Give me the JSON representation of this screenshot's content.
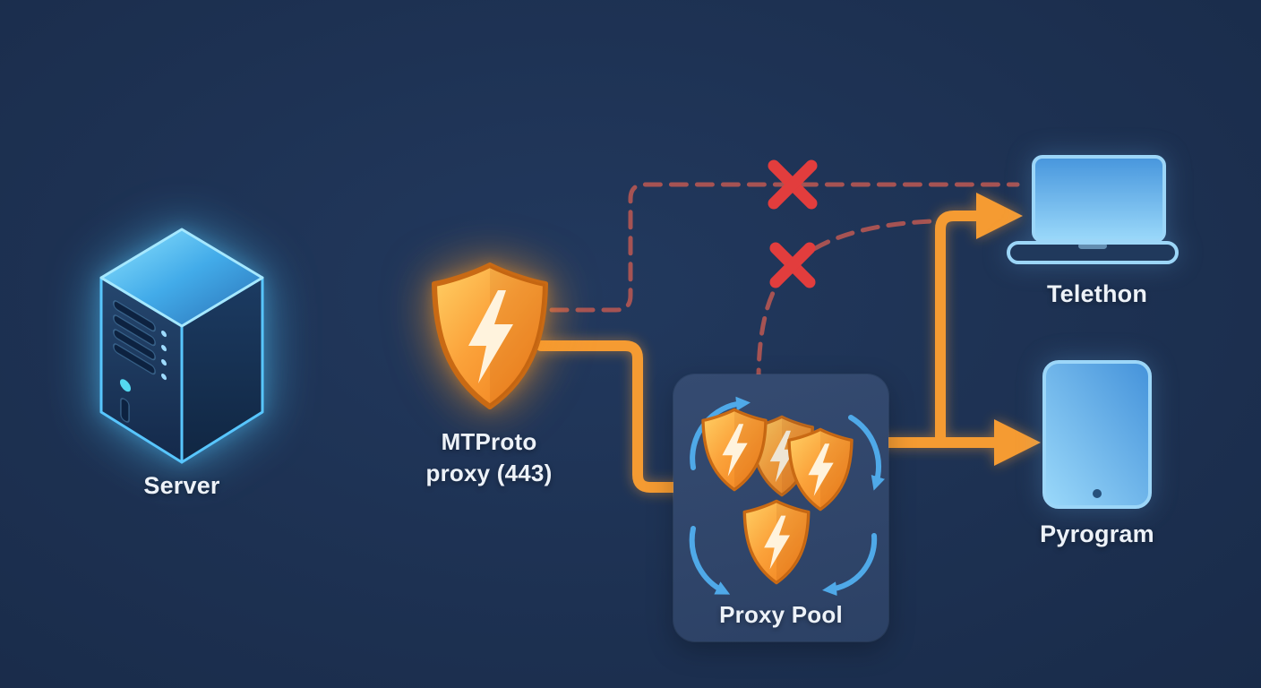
{
  "diagram": {
    "type": "network-flow-diagram",
    "nodes": {
      "server": {
        "label": "Server"
      },
      "proxy": {
        "label_line1": "MTProto",
        "label_line2": "proxy (443)"
      },
      "pool": {
        "label": "Proxy Pool"
      },
      "telethon": {
        "label": "Telethon"
      },
      "pyrogram": {
        "label": "Pyrogram"
      }
    },
    "edges": [
      {
        "from": "Server",
        "to": "MTProto proxy (443)",
        "type": "solid",
        "color": "#55b9f2"
      },
      {
        "from": "MTProto proxy (443)",
        "to": "Proxy Pool",
        "type": "solid",
        "color": "#f59b31"
      },
      {
        "from": "Proxy Pool",
        "to": "Telethon",
        "type": "arrow",
        "color": "#f59b31"
      },
      {
        "from": "Proxy Pool",
        "to": "Pyrogram",
        "type": "arrow",
        "color": "#f59b31"
      },
      {
        "from": "MTProto proxy (443)",
        "to": "Telethon",
        "type": "dashed-blocked",
        "color": "#a65353"
      },
      {
        "from": "Proxy Pool",
        "to": "Telethon",
        "type": "dashed-blocked",
        "color": "#a65353"
      }
    ],
    "blocked_marks": 2,
    "colors": {
      "background": "#1d3152",
      "panel": "#314669",
      "accent_orange": "#f59b31",
      "accent_blue": "#55b9f2",
      "blocked_dash": "#a65353",
      "blocked_x": "#e23d3d",
      "text": "#edf2f8"
    }
  }
}
